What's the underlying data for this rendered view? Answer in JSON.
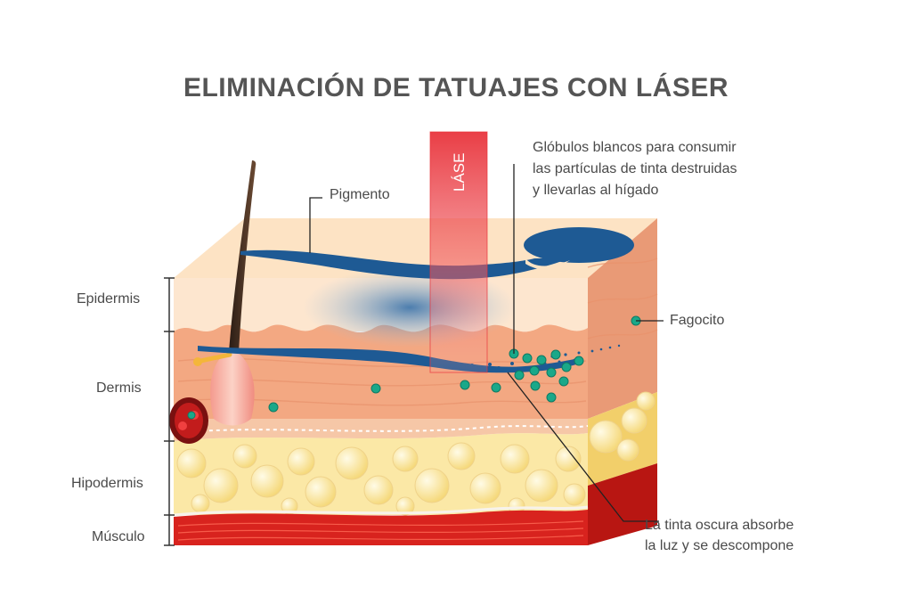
{
  "title": "ELIMINACIÓN DE TATUAJES CON LÁSER",
  "laser_label": "LÁSE",
  "layers": {
    "epidermis": "Epidermis",
    "dermis": "Dermis",
    "hypodermis": "Hipodermis",
    "muscle": "Músculo"
  },
  "callouts": {
    "pigment": "Pigmento",
    "white_cells": "Glóbulos blancos para consumir\nlas partículas de tinta destruidas\ny llevarlas al hígado",
    "phagocyte": "Fagocito",
    "dark_ink": "La tinta oscura absorbe\nla luz y se descompone"
  },
  "colors": {
    "laser": "#e8343c",
    "pigment": "#1e5a94",
    "phagocyte": "#1aa889",
    "epidermis": "#fde3c4",
    "dermis": "#f3a882",
    "fat": "#fbe59a",
    "muscle": "#d8231e"
  }
}
